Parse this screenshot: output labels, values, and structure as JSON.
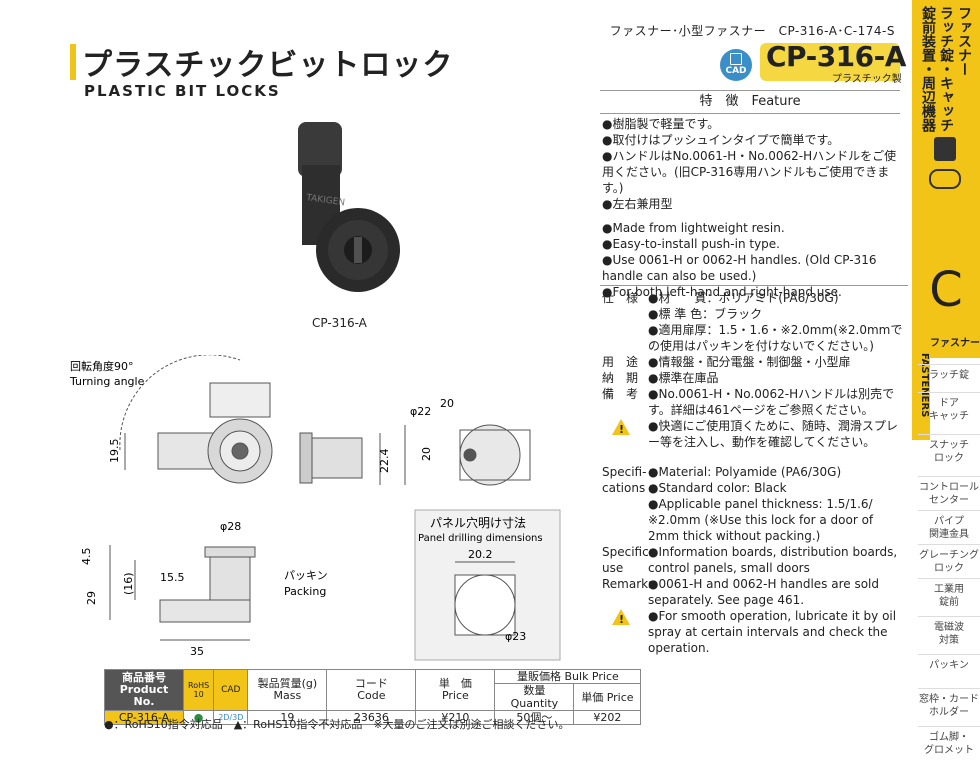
{
  "breadcrumb": "ファスナー･小型ファスナー　CP-316-A･C-174-S",
  "title_jp": "プラスチックビットロック",
  "title_en": "PLASTIC BIT LOCKS",
  "cad_label": "CAD",
  "product_code": "CP-316-A",
  "product_material": "プラスチック製",
  "photo_caption": "CP-316-A",
  "photo_brand": "TAKIGEN",
  "sidebar": {
    "top_vertical": [
      "ファスナー",
      "ラッチ錠・キャッチ",
      "錠前装置・周辺機器"
    ],
    "section_letter": "C",
    "section_en": "FASTENERS",
    "active": "ファスナー",
    "items": [
      "ラッチ錠",
      "ドア\nキャッチ",
      "スナッチ\nロック",
      "コントロール\nセンター",
      "パイプ\n関連金具",
      "グレーチング\nロック",
      "工業用\n錠前",
      "電磁波\n対策",
      "パッキン",
      "窓枠・カード\nホルダー",
      "ゴム脚・\nグロメット"
    ]
  },
  "features": {
    "heading": "特　徴　Feature",
    "jp": [
      "●樹脂製で軽量です。",
      "●取付けはプッシュインタイプで簡単です。",
      "●ハンドルはNo.0061-H・No.0062-Hハンドルをご使用ください。(旧CP-316専用ハンドルもご使用できます。)",
      "●左右兼用型"
    ],
    "en": [
      "●Made from lightweight resin.",
      "●Easy-to-install push-in type.",
      "●Use 0061-H or 0062-H handles. (Old CP-316 handle can also be used.)",
      "●For both left-hand and right-hand use."
    ]
  },
  "spec_jp": {
    "spec_label": "仕　様",
    "spec_lines": [
      "●材　　質：ポリアミド(PA6/30G)",
      "●標 準 色：ブラック",
      "●適用扉厚：1.5・1.6・※2.0mm(※2.0mmでの使用はパッキンを付けないでください。)"
    ],
    "use_label": "用　途",
    "use": "●情報盤・配分電盤・制御盤・小型扉",
    "delivery_label": "納　期",
    "delivery": "●標準在庫品",
    "remarks_label": "備　考",
    "remarks": "●No.0061-H・No.0062-Hハンドルは別売です。詳細は461ページをご参照ください。",
    "caution": "●快適にご使用頂くために、随時、潤滑スプレー等を注入し、動作を確認してください。"
  },
  "spec_en": {
    "spec_label": "Specifi-\ncations",
    "spec_lines": [
      "●Material: Polyamide (PA6/30G)",
      "●Standard color: Black",
      "●Applicable panel thickness: 1.5/1.6/※2.0mm (※Use this lock for a door of 2mm thick without packing.)"
    ],
    "use_label": "Specific-\nuse",
    "use": "●Information boards, distribution boards, control panels, small doors",
    "remarks_label": "Remarks",
    "remarks": "●0061-H and 0062-H handles are sold separately. See page 461.",
    "caution": "●For smooth operation, lubricate it by oil spray at certain intervals and check the operation."
  },
  "drawing": {
    "rotation_jp": "回転角度90°",
    "rotation_en": "Turning angle",
    "dim_195": "19.5",
    "dim_224": "22.4",
    "dim_phi22": "φ22",
    "dim_20a": "20",
    "dim_20b": "20",
    "dim_phi28": "φ28",
    "dim_45": "4.5",
    "dim_16": "(16)",
    "dim_155": "15.5",
    "dim_29": "29",
    "dim_35": "35",
    "packing_jp": "パッキン",
    "packing_en": "Packing",
    "panel_jp": "パネル穴明け寸法",
    "panel_en": "Panel drilling dimensions",
    "dim_202": "20.2",
    "dim_phi23": "φ23"
  },
  "table": {
    "h_product": "商品番号\nProduct No.",
    "h_rohs": "RoHS\n10",
    "h_cad": "CAD",
    "h_mass": "製品質量(g)\nMass",
    "h_code": "コード\nCode",
    "h_price": "単　価\nPrice",
    "h_bulk": "量販価格 Bulk Price",
    "h_qty": "数量 Quantity",
    "h_unit": "単価 Price",
    "row": {
      "product": "CP-316-A",
      "rohs": "●",
      "cad": "2D/3D",
      "mass": "19",
      "code": "23636",
      "price": "¥210",
      "qty": "50個～",
      "unit": "¥202"
    }
  },
  "footnote": "●：RoHS10指令対応品　▲：RoHS10指令不対応品　※大量のご注文は別途ご相談ください。"
}
